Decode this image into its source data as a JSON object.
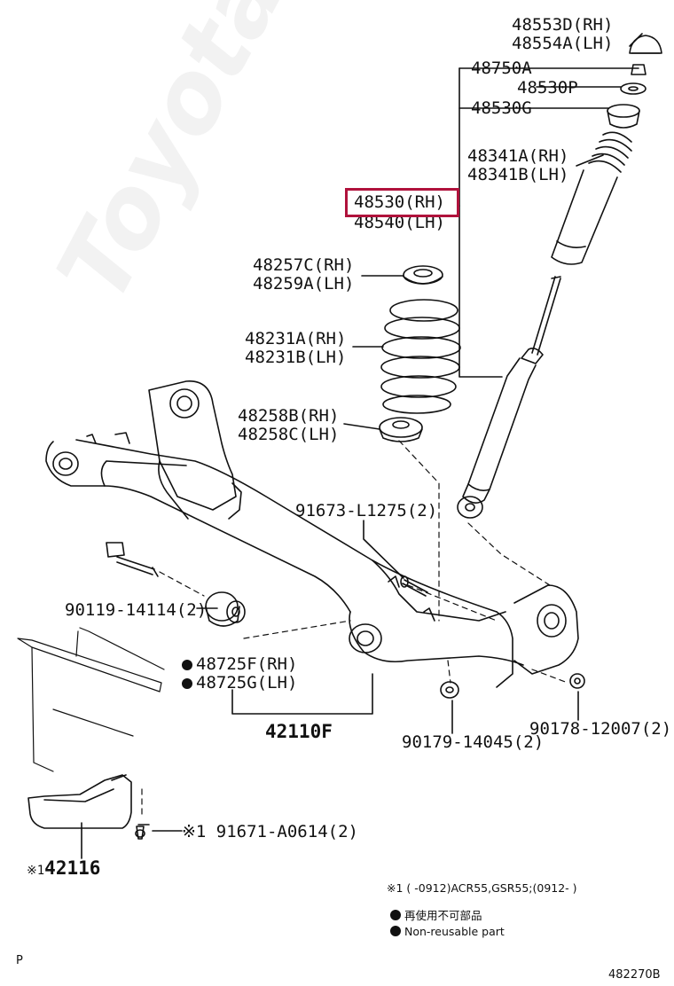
{
  "labels": {
    "p48553d": "48553D(RH)",
    "p48554a": "48554A(LH)",
    "p48750a": "48750A",
    "p48530p": "48530P",
    "p48530g": "48530G",
    "p48341a": "48341A(RH)",
    "p48341b": "48341B(LH)",
    "p48530": "48530(RH)",
    "p48540": "48540(LH)",
    "p48257c": "48257C(RH)",
    "p48259a": "48259A(LH)",
    "p48231a": "48231A(RH)",
    "p48231b": "48231B(LH)",
    "p48258b": "48258B(RH)",
    "p48258c": "48258C(LH)",
    "p91673": "91673-L1275(2)",
    "p90119": "90119-14114(2)",
    "p48725f": "48725F(RH)",
    "p48725g": "48725G(LH)",
    "p42110f": "42110F",
    "p90179": "90179-14045(2)",
    "p90178": "90178-12007(2)",
    "p91671": "※1 91671-A0614(2)",
    "p42116_mark": "※1",
    "p42116": "42116"
  },
  "notes": {
    "footnote": "※1 (      -0912)ACR55,GSR55;(0912-      )",
    "nonreusable_jp": "再使用不可部品",
    "nonreusable_en": "Non-reusable part"
  },
  "corner": {
    "left": "P",
    "right": "482270B"
  },
  "watermark": "ToyotaCarPartS.ru",
  "colors": {
    "highlight": "#b0123c",
    "line": "#111111"
  }
}
